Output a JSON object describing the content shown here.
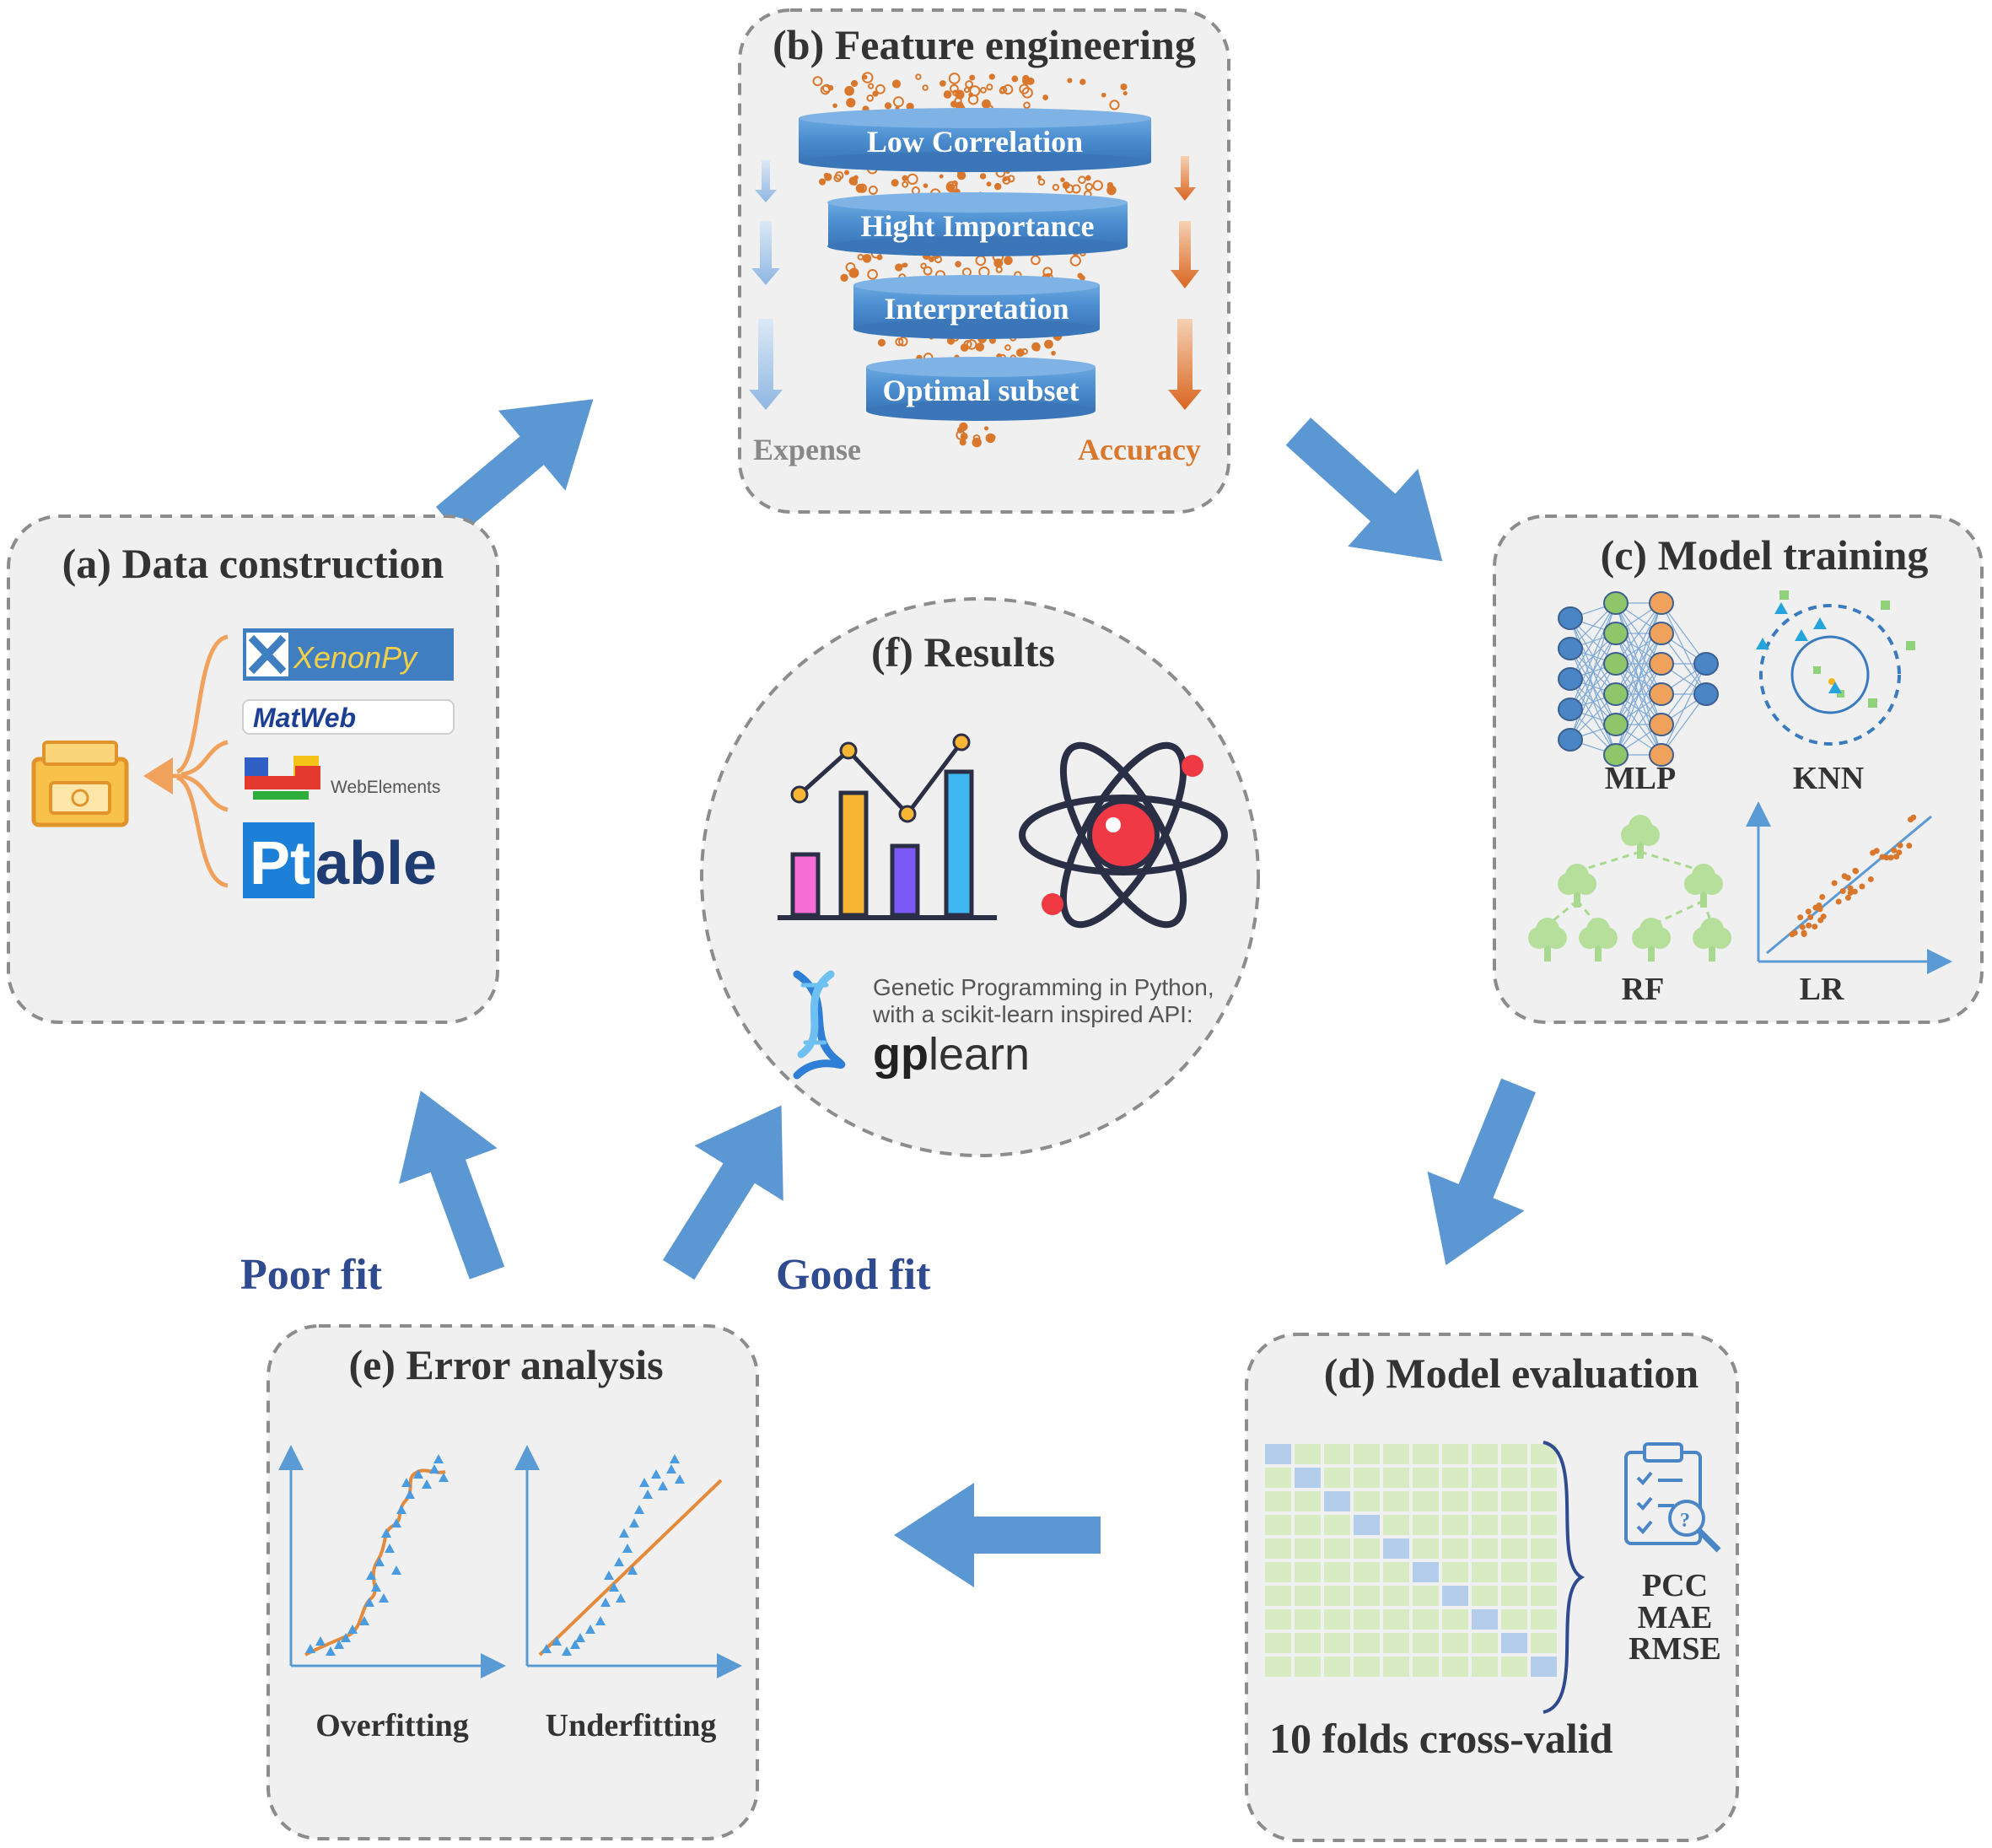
{
  "panels": {
    "data_construction": {
      "title": "(a) Data construction",
      "sources": [
        "XenonPy",
        "MatWeb",
        "WebElements",
        "Ptable"
      ]
    },
    "feature_engineering": {
      "title": "(b) Feature engineering",
      "levels": [
        "Low Correlation",
        "Hight Importance",
        "Interpretation",
        "Optimal subset"
      ],
      "left_axis": "Expense",
      "right_axis": "Accuracy"
    },
    "model_training": {
      "title": "(c) Model training",
      "models": [
        "MLP",
        "KNN",
        "RF",
        "LR"
      ]
    },
    "model_evaluation": {
      "title": "(d) Model evaluation",
      "cv_label": "10 folds cross-valid",
      "metrics": [
        "PCC",
        "MAE",
        "RMSE"
      ]
    },
    "error_analysis": {
      "title": "(e) Error  analysis",
      "cases": [
        "Overfitting",
        "Underfitting"
      ]
    },
    "results": {
      "title": "(f) Results",
      "gplearn_line1": "Genetic Programming in Python,",
      "gplearn_line2": "with a scikit-learn inspired API:",
      "gplearn_logo_a": "gp",
      "gplearn_logo_b": "learn"
    }
  },
  "flow_labels": {
    "poor_fit": "Poor fit",
    "good_fit": "Good fit"
  },
  "colors": {
    "arrow_blue": "#5a97d3",
    "panel_fill": "#f0f0f0",
    "panel_border": "#8c8c8c",
    "funnel_blue": "#5b9bd5",
    "accent_orange": "#d9782d",
    "fit_text": "#2f4a8f"
  }
}
